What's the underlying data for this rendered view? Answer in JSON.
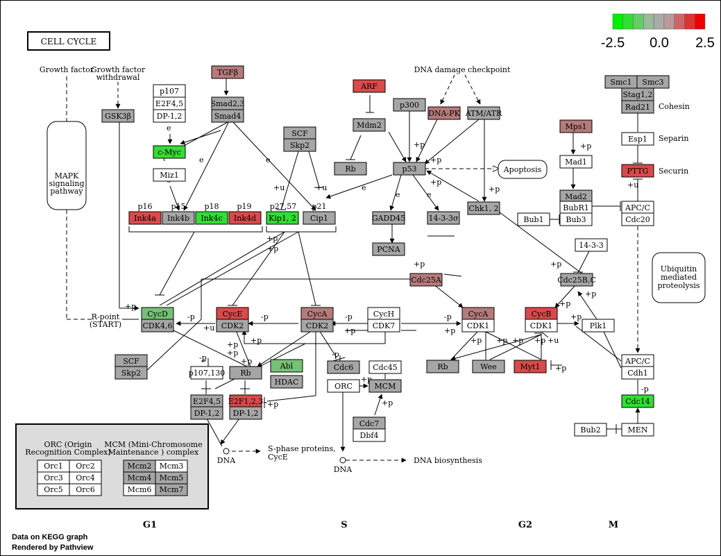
{
  "title": "CELL CYCLE",
  "color_scale": {
    "labels": [
      "-2.5",
      "0.0",
      "2.5"
    ],
    "colors": [
      "#00ee00",
      "#33dd33",
      "#66cc66",
      "#99bb99",
      "#aaaaaa",
      "#bb9999",
      "#cc6666",
      "#dd3333",
      "#ee0000"
    ]
  },
  "palette": {
    "none": "#ffffff",
    "gray": "#a6a6a6",
    "red": "#d94a4a",
    "red_light": "#c07070",
    "green": "#33dd33",
    "green_light": "#77c077",
    "mauve": "#b57a7a"
  },
  "phases": [
    "G1",
    "S",
    "G2",
    "M"
  ],
  "footer": [
    "Data on KEGG graph",
    "Rendered by Pathview"
  ],
  "texts": {
    "growth_factor": "Growth factor",
    "growth_factor_withdrawal_1": "Growth factor",
    "growth_factor_withdrawal_2": "withdrawal",
    "dna_damage": "DNA damage checkpoint",
    "mapk_1": "MAPK",
    "mapk_2": "signaling",
    "mapk_3": "pathway",
    "apoptosis": "Apoptosis",
    "ubiquitin_1": "Ubiquitin",
    "ubiquitin_2": "mediated",
    "ubiquitin_3": "proteolysis",
    "rpoint_1": "R-point",
    "rpoint_2": "(START)",
    "cohesin": "Cohesin",
    "separin": "Separin",
    "securin": "Securin",
    "sphase_1": "S-phase proteins,",
    "sphase_2": "CycE",
    "dna": "DNA",
    "dna2": "DNA",
    "dna_biosynthesis": "DNA biosynthesis",
    "orc_title_1": "ORC (Origin",
    "orc_title_2": "Recognition Complex)",
    "mcm_title_1": "MCM (Mini-Chromosome",
    "mcm_title_2": "Maintenance ) complex",
    "p16": "p16",
    "p15": "p15",
    "p18": "p18",
    "p19": "p19",
    "p2757": "p27,57",
    "p21": "p21"
  },
  "genes": [
    {
      "id": "tgfb",
      "label": "TGFβ",
      "color": "mauve"
    },
    {
      "id": "p107",
      "label": "p107",
      "color": "none"
    },
    {
      "id": "e2f45a",
      "label": "E2F4,5",
      "color": "none"
    },
    {
      "id": "dp12a",
      "label": "DP-1,2",
      "color": "none"
    },
    {
      "id": "smad23",
      "label": "Smad2,3",
      "color": "gray"
    },
    {
      "id": "smad4",
      "label": "Smad4",
      "color": "gray"
    },
    {
      "id": "gsk3b",
      "label": "GSK3β",
      "color": "gray"
    },
    {
      "id": "cmyc",
      "label": "c-Myc",
      "color": "green"
    },
    {
      "id": "miz1",
      "label": "Miz1",
      "color": "none"
    },
    {
      "id": "arf",
      "label": "ARF",
      "color": "red"
    },
    {
      "id": "p300",
      "label": "p300",
      "color": "gray"
    },
    {
      "id": "dnapk",
      "label": "DNA-PK",
      "color": "mauve"
    },
    {
      "id": "atmatr",
      "label": "ATM/ATR",
      "color": "gray"
    },
    {
      "id": "mdm2",
      "label": "Mdm2",
      "color": "gray"
    },
    {
      "id": "scf1",
      "label": "SCF",
      "color": "gray"
    },
    {
      "id": "skp2a",
      "label": "Skp2",
      "color": "gray"
    },
    {
      "id": "rb1",
      "label": "Rb",
      "color": "gray"
    },
    {
      "id": "p53",
      "label": "p53",
      "color": "gray"
    },
    {
      "id": "ink4a",
      "label": "Ink4a",
      "color": "red"
    },
    {
      "id": "ink4b",
      "label": "Ink4b",
      "color": "gray"
    },
    {
      "id": "ink4c",
      "label": "Ink4c",
      "color": "green"
    },
    {
      "id": "ink4d",
      "label": "Ink4d",
      "color": "red"
    },
    {
      "id": "kip12",
      "label": "Kip1, 2",
      "color": "green"
    },
    {
      "id": "cip1",
      "label": "Cip1",
      "color": "gray"
    },
    {
      "id": "gadd45",
      "label": "GADD45",
      "color": "gray"
    },
    {
      "id": "s1433s",
      "label": "14-3-3σ",
      "color": "gray"
    },
    {
      "id": "chk12",
      "label": "Chk1, 2",
      "color": "gray"
    },
    {
      "id": "pcna",
      "label": "PCNA",
      "color": "gray"
    },
    {
      "id": "cdc25a",
      "label": "Cdc25A",
      "color": "mauve"
    },
    {
      "id": "smc1",
      "label": "Smc1",
      "color": "gray"
    },
    {
      "id": "smc3",
      "label": "Smc3",
      "color": "gray"
    },
    {
      "id": "stag12",
      "label": "Stag1,2",
      "color": "gray"
    },
    {
      "id": "rad21",
      "label": "Rad21",
      "color": "gray"
    },
    {
      "id": "esp1",
      "label": "Esp1",
      "color": "none"
    },
    {
      "id": "pttg",
      "label": "PTTG",
      "color": "red"
    },
    {
      "id": "mps1",
      "label": "Mps1",
      "color": "mauve"
    },
    {
      "id": "mad1",
      "label": "Mad1",
      "color": "none"
    },
    {
      "id": "mad2",
      "label": "Mad2",
      "color": "gray"
    },
    {
      "id": "bubr1",
      "label": "BubR1",
      "color": "none"
    },
    {
      "id": "bub3",
      "label": "Bub3",
      "color": "none"
    },
    {
      "id": "bub1",
      "label": "Bub1",
      "color": "none"
    },
    {
      "id": "apcc1",
      "label": "APC/C",
      "color": "none"
    },
    {
      "id": "cdc20",
      "label": "Cdc20",
      "color": "none"
    },
    {
      "id": "s1433",
      "label": "14-3-3",
      "color": "none"
    },
    {
      "id": "cdc25bc",
      "label": "Cdc25B,C",
      "color": "gray"
    },
    {
      "id": "cycd",
      "label": "CycD",
      "color": "green_light"
    },
    {
      "id": "cdk46",
      "label": "CDK4,6",
      "color": "gray"
    },
    {
      "id": "cyce",
      "label": "CycE",
      "color": "red"
    },
    {
      "id": "cdk2a",
      "label": "CDK2",
      "color": "gray"
    },
    {
      "id": "cyca1",
      "label": "CycA",
      "color": "mauve"
    },
    {
      "id": "cdk2b",
      "label": "CDK2",
      "color": "gray"
    },
    {
      "id": "cych",
      "label": "CycH",
      "color": "none"
    },
    {
      "id": "cdk7",
      "label": "CDK7",
      "color": "none"
    },
    {
      "id": "cyca2",
      "label": "CycA",
      "color": "mauve"
    },
    {
      "id": "cdk1a",
      "label": "CDK1",
      "color": "none"
    },
    {
      "id": "cycb",
      "label": "CycB",
      "color": "red"
    },
    {
      "id": "cdk1b",
      "label": "CDK1",
      "color": "none"
    },
    {
      "id": "plk1",
      "label": "Plk1",
      "color": "none"
    },
    {
      "id": "scf2",
      "label": "SCF",
      "color": "gray"
    },
    {
      "id": "skp2b",
      "label": "Skp2",
      "color": "gray"
    },
    {
      "id": "p107130",
      "label": "p107,130",
      "color": "none"
    },
    {
      "id": "rb2",
      "label": "Rb",
      "color": "gray"
    },
    {
      "id": "abl",
      "label": "Abl",
      "color": "green_light"
    },
    {
      "id": "hdac",
      "label": "HDAC",
      "color": "gray"
    },
    {
      "id": "cdc6",
      "label": "Cdc6",
      "color": "gray"
    },
    {
      "id": "cdc45",
      "label": "Cdc45",
      "color": "none"
    },
    {
      "id": "orc",
      "label": "ORC",
      "color": "none"
    },
    {
      "id": "mcm",
      "label": "MCM",
      "color": "gray"
    },
    {
      "id": "rb3",
      "label": "Rb",
      "color": "gray"
    },
    {
      "id": "wee",
      "label": "Wee",
      "color": "gray"
    },
    {
      "id": "myt1",
      "label": "Myt1",
      "color": "red"
    },
    {
      "id": "apcc2",
      "label": "APC/C",
      "color": "none"
    },
    {
      "id": "cdh1",
      "label": "Cdh1",
      "color": "none"
    },
    {
      "id": "e2f45b",
      "label": "E2F4,5",
      "color": "gray"
    },
    {
      "id": "dp12b",
      "label": "DP-1,2",
      "color": "gray"
    },
    {
      "id": "e2f123",
      "label": "E2F1,2,3",
      "color": "red"
    },
    {
      "id": "dp12c",
      "label": "DP-1,2",
      "color": "gray"
    },
    {
      "id": "cdc7",
      "label": "Cdc7",
      "color": "gray"
    },
    {
      "id": "dbf4",
      "label": "Dbf4",
      "color": "none"
    },
    {
      "id": "cdc14",
      "label": "Cdc14",
      "color": "green"
    },
    {
      "id": "bub2",
      "label": "Bub2",
      "color": "none"
    },
    {
      "id": "men",
      "label": "MEN",
      "color": "none"
    },
    {
      "id": "orc1",
      "label": "Orc1",
      "color": "none"
    },
    {
      "id": "orc2",
      "label": "Orc2",
      "color": "none"
    },
    {
      "id": "orc3",
      "label": "Orc3",
      "color": "none"
    },
    {
      "id": "orc4",
      "label": "Orc4",
      "color": "none"
    },
    {
      "id": "orc5",
      "label": "Orc5",
      "color": "none"
    },
    {
      "id": "orc6",
      "label": "Orc6",
      "color": "none"
    },
    {
      "id": "mcm2",
      "label": "Mcm2",
      "color": "gray"
    },
    {
      "id": "mcm3",
      "label": "Mcm3",
      "color": "none"
    },
    {
      "id": "mcm4",
      "label": "Mcm4",
      "color": "gray"
    },
    {
      "id": "mcm5",
      "label": "Mcm5",
      "color": "gray"
    },
    {
      "id": "mcm6",
      "label": "Mcm6",
      "color": "none"
    },
    {
      "id": "mcm7",
      "label": "Mcm7",
      "color": "gray"
    }
  ]
}
